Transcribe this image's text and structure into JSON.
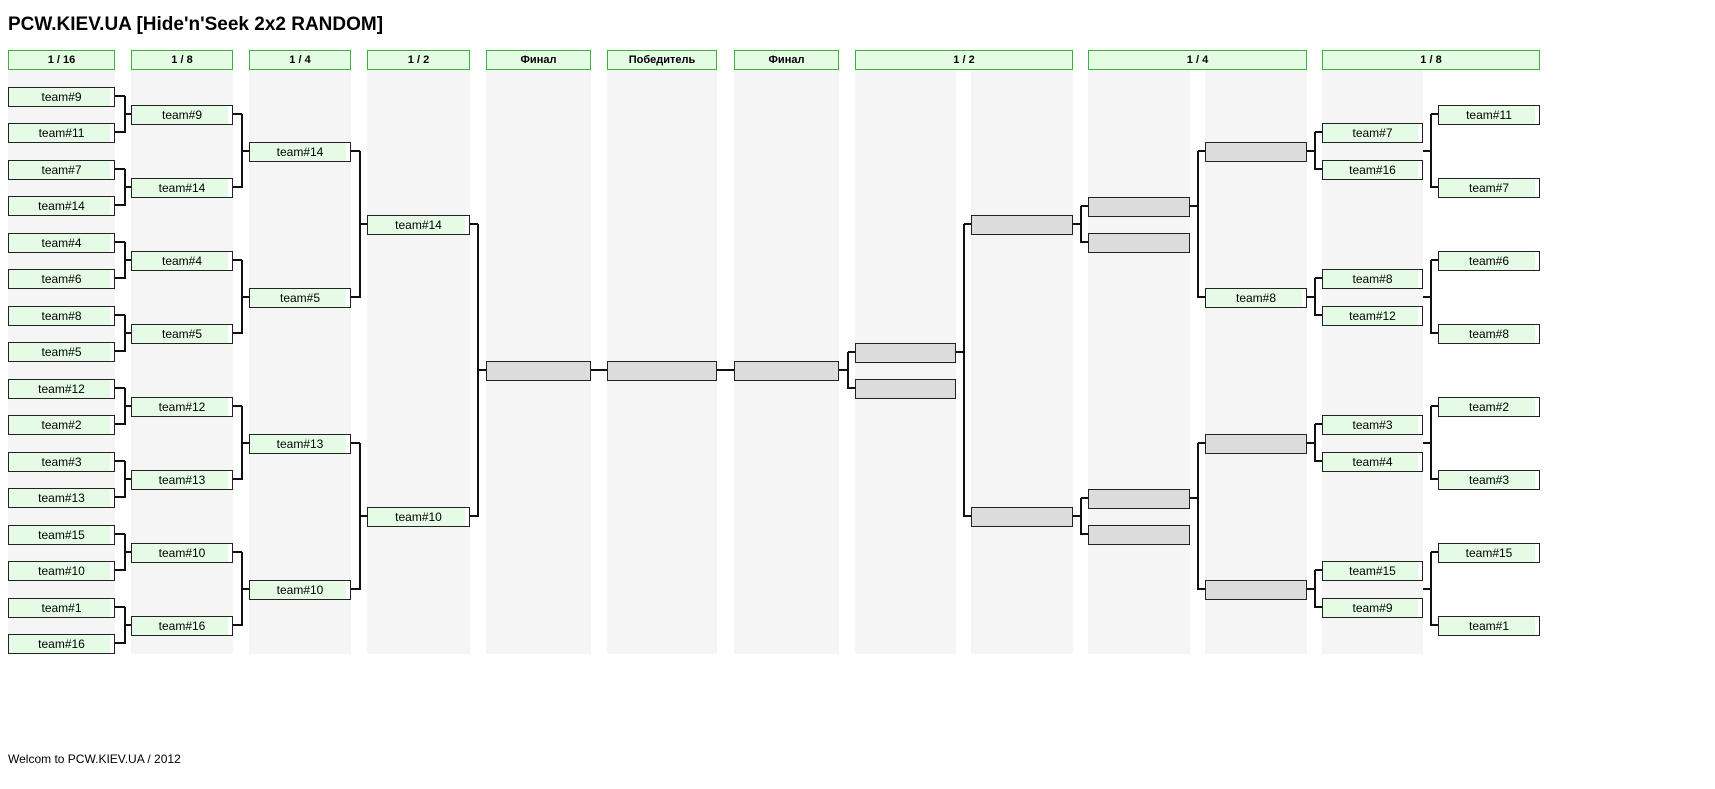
{
  "title": "PCW.KIEV.UA [Hide'n'Seek 2x2 RANDOM]",
  "footer": "Welcom to PCW.KIEV.UA / 2012",
  "colors": {
    "header_bg": "#e4fbe4",
    "header_border": "#3bb33b",
    "team_slot_bg": "#e5fbe5",
    "empty_slot_bg": "#dcdcdc",
    "column_bg": "#f5f5f5",
    "line": "#111111"
  },
  "headers": {
    "left_r16": "1 / 16",
    "left_r8": "1 / 8",
    "left_r4": "1 / 4",
    "left_r2": "1 / 2",
    "final_left": "Финал",
    "winner": "Победитель",
    "final_right": "Финал",
    "right_r2": "1 / 2",
    "right_r4": "1 / 4",
    "right_r8": "1 / 8"
  },
  "left": {
    "r16": [
      "team#9",
      "team#11",
      "team#7",
      "team#14",
      "team#4",
      "team#6",
      "team#8",
      "team#5",
      "team#12",
      "team#2",
      "team#3",
      "team#13",
      "team#15",
      "team#10",
      "team#1",
      "team#16"
    ],
    "r8": [
      "team#9",
      "team#14",
      "team#4",
      "team#5",
      "team#12",
      "team#13",
      "team#10",
      "team#16"
    ],
    "r4": [
      "team#14",
      "team#5",
      "team#13",
      "team#10"
    ],
    "r2": [
      "team#14",
      "team#10"
    ]
  },
  "center": {
    "final_left": "",
    "winner": "",
    "final_right": ""
  },
  "right": {
    "semi": [
      "",
      ""
    ],
    "r4a": [
      "",
      "",
      "",
      ""
    ],
    "r4b": [
      "",
      "team#8",
      "",
      ""
    ],
    "r8a": [
      "team#7",
      "team#16",
      "team#8",
      "team#12",
      "team#3",
      "team#4",
      "team#15",
      "team#9"
    ],
    "r8b": [
      "team#11",
      "team#7",
      "team#6",
      "team#8",
      "team#2",
      "team#3",
      "team#15",
      "team#1"
    ]
  }
}
